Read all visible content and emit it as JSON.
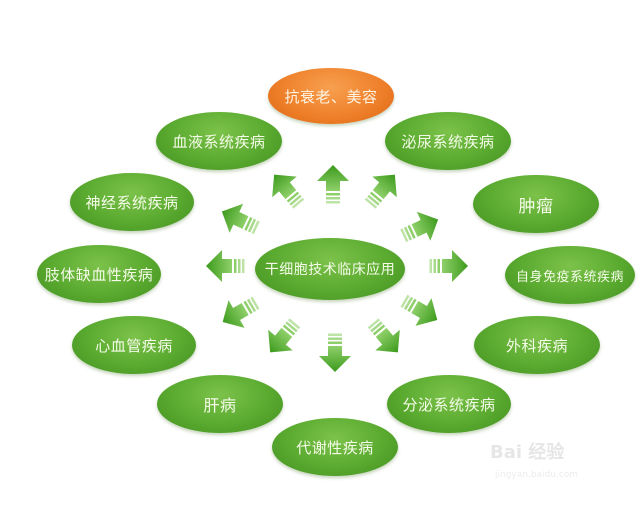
{
  "center": {
    "label": "干细胞技术临床应用"
  },
  "nodes": [
    {
      "id": "anti-aging",
      "label": "抗衰老、美容",
      "color": "#ee7e28"
    },
    {
      "id": "blood",
      "label": "血液系统疾病",
      "color": "#5aaa30"
    },
    {
      "id": "urinary",
      "label": "泌尿系统疾病",
      "color": "#5aaa30"
    },
    {
      "id": "nervous",
      "label": "神经系统疾病",
      "color": "#5aaa30"
    },
    {
      "id": "tumor",
      "label": "肿瘤",
      "color": "#5aaa30"
    },
    {
      "id": "limb-ischemia",
      "label": "肢体缺血性疾病",
      "color": "#5aaa30"
    },
    {
      "id": "autoimmune",
      "label": "自身免疫系统疾病",
      "color": "#5aaa30"
    },
    {
      "id": "cardiovascular",
      "label": "心血管疾病",
      "color": "#5aaa30"
    },
    {
      "id": "surgical",
      "label": "外科疾病",
      "color": "#5aaa30"
    },
    {
      "id": "liver",
      "label": "肝病",
      "color": "#5aaa30"
    },
    {
      "id": "endocrine",
      "label": "分泌系统疾病",
      "color": "#5aaa30"
    },
    {
      "id": "metabolic",
      "label": "代谢性疾病",
      "color": "#5aaa30"
    }
  ],
  "watermark": {
    "text": "Bai 经验",
    "sub": "jingyan.baidu.com"
  },
  "colors": {
    "green": "#5aaa30",
    "orange": "#ee7e28",
    "arrow": "#4fa82a"
  }
}
